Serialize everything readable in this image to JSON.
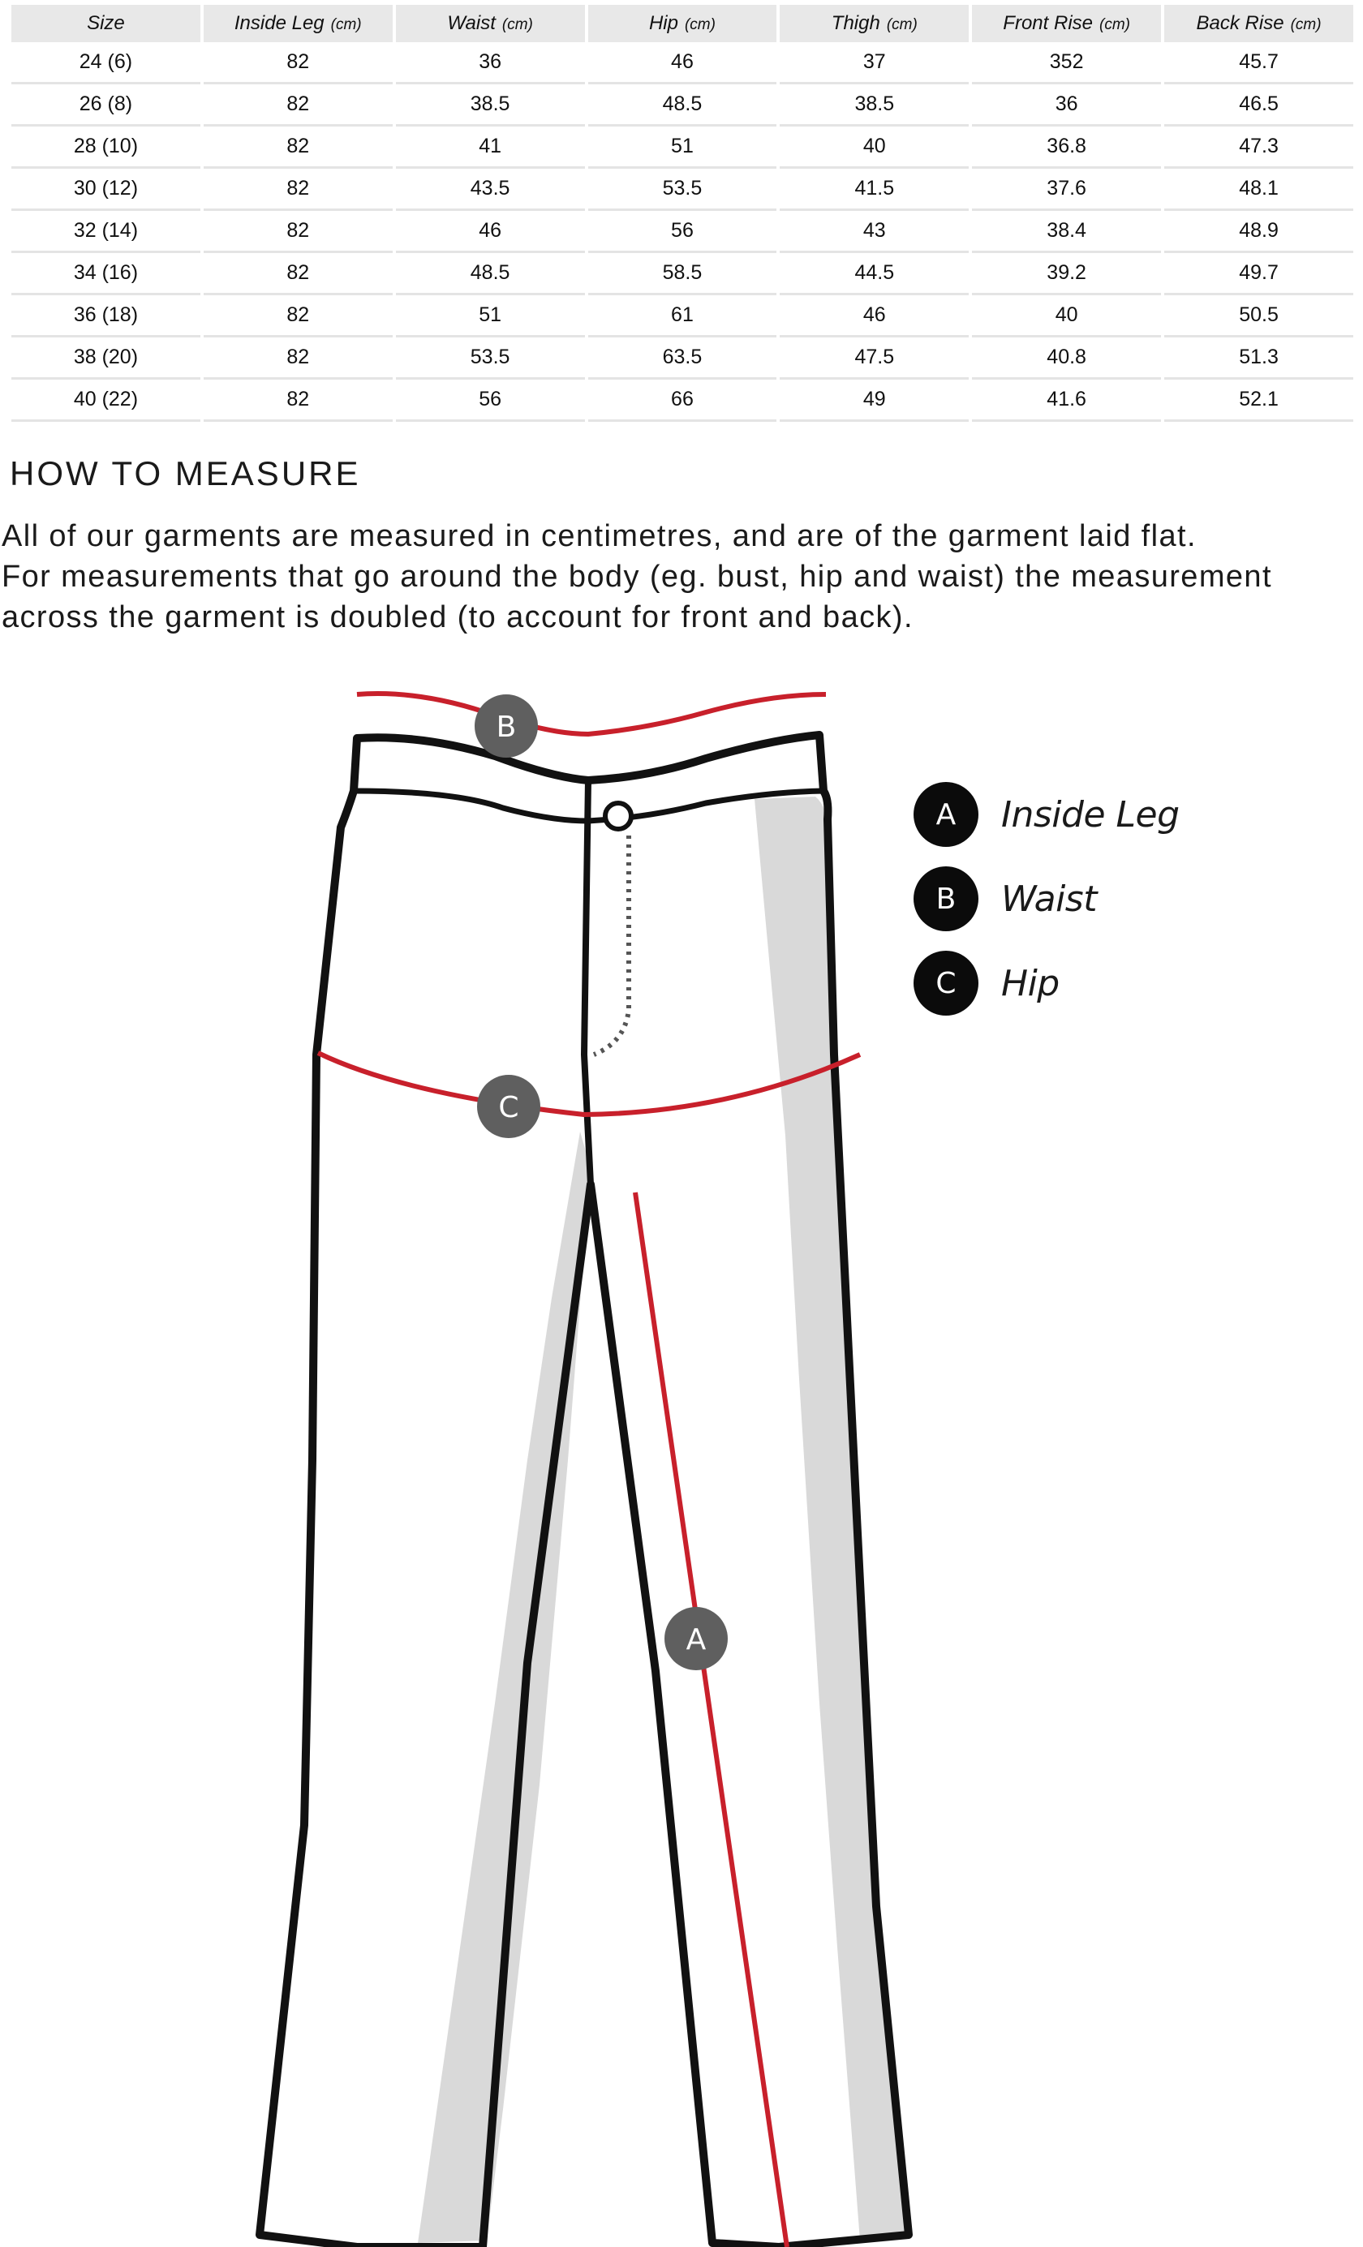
{
  "table": {
    "headers": [
      {
        "label": "Size",
        "unit": ""
      },
      {
        "label": "Inside Leg",
        "unit": "(cm)"
      },
      {
        "label": "Waist",
        "unit": "(cm)"
      },
      {
        "label": "Hip",
        "unit": "(cm)"
      },
      {
        "label": "Thigh",
        "unit": "(cm)"
      },
      {
        "label": "Front Rise",
        "unit": "(cm)"
      },
      {
        "label": "Back Rise",
        "unit": "(cm)"
      }
    ],
    "rows": [
      [
        "24 (6)",
        "82",
        "36",
        "46",
        "37",
        "352",
        "45.7"
      ],
      [
        "26 (8)",
        "82",
        "38.5",
        "48.5",
        "38.5",
        "36",
        "46.5"
      ],
      [
        "28 (10)",
        "82",
        "41",
        "51",
        "40",
        "36.8",
        "47.3"
      ],
      [
        "30 (12)",
        "82",
        "43.5",
        "53.5",
        "41.5",
        "37.6",
        "48.1"
      ],
      [
        "32 (14)",
        "82",
        "46",
        "56",
        "43",
        "38.4",
        "48.9"
      ],
      [
        "34 (16)",
        "82",
        "48.5",
        "58.5",
        "44.5",
        "39.2",
        "49.7"
      ],
      [
        "36 (18)",
        "82",
        "51",
        "61",
        "46",
        "40",
        "50.5"
      ],
      [
        "38 (20)",
        "82",
        "53.5",
        "63.5",
        "47.5",
        "40.8",
        "51.3"
      ],
      [
        "40 (22)",
        "82",
        "56",
        "66",
        "49",
        "41.6",
        "52.1"
      ]
    ]
  },
  "how_to_measure": {
    "heading": "HOW TO MEASURE",
    "lines": [
      "All of our garments are measured in centimetres, and are of the garment laid flat.",
      "For measurements that go around the body (eg. bust, hip and waist) the measurement",
      "across the garment is doubled (to account for front and back)."
    ]
  },
  "diagram": {
    "markers": [
      "B",
      "C",
      "A"
    ]
  },
  "legend": [
    {
      "letter": "A",
      "label": "Inside Leg"
    },
    {
      "letter": "B",
      "label": "Waist"
    },
    {
      "letter": "C",
      "label": "Hip"
    }
  ],
  "colors": {
    "measure_line": "#c8202b",
    "outline": "#111111",
    "shade": "#d9d9d9",
    "marker": "#5f5f5f",
    "legend_dot": "#0b0b0b"
  }
}
